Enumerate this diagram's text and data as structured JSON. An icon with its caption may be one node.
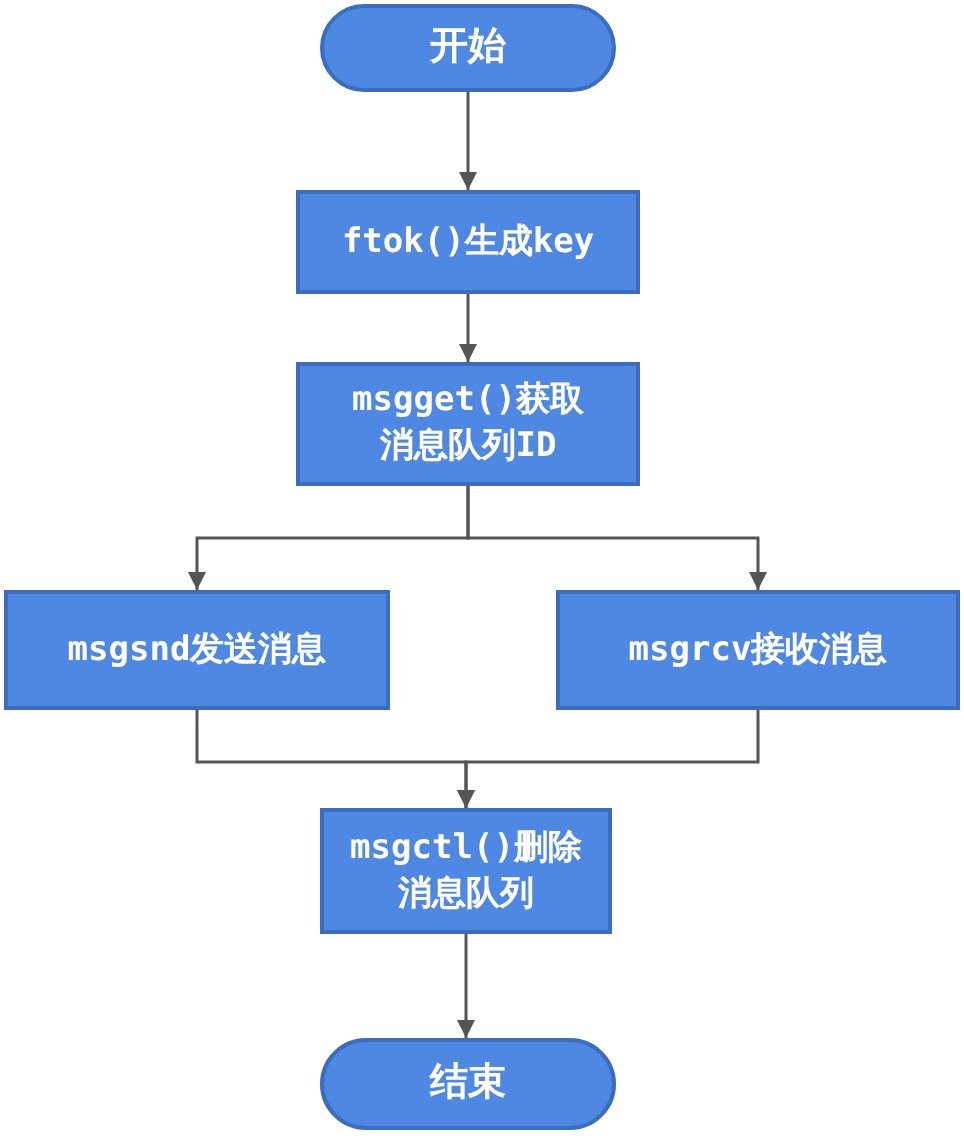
{
  "diagram": {
    "nodes": [
      {
        "text": [
          "开始"
        ]
      },
      {
        "text": [
          "ftok()生成key"
        ]
      },
      {
        "text": [
          "msgget()获取消息队列ID"
        ]
      },
      {
        "text": [
          "msgsnd发送消息"
        ]
      },
      {
        "text": [
          "msgrcv接收消息"
        ]
      },
      {
        "text": [
          "msgctl()删除消息队列"
        ]
      },
      {
        "text": [
          "结束"
        ]
      }
    ],
    "edges": [
      {
        "from": 0,
        "to": 1,
        "arrow": "to"
      },
      {
        "from": 1,
        "to": 2,
        "arrow": "to"
      },
      {
        "from": 2,
        "to": 3,
        "arrow": "to"
      },
      {
        "from": 2,
        "to": 4,
        "arrow": "to"
      },
      {
        "from": 3,
        "to": 5,
        "arrow": "to"
      },
      {
        "from": 4,
        "to": 5,
        "arrow": "to"
      },
      {
        "from": 5,
        "to": 6,
        "arrow": "to"
      }
    ]
  }
}
